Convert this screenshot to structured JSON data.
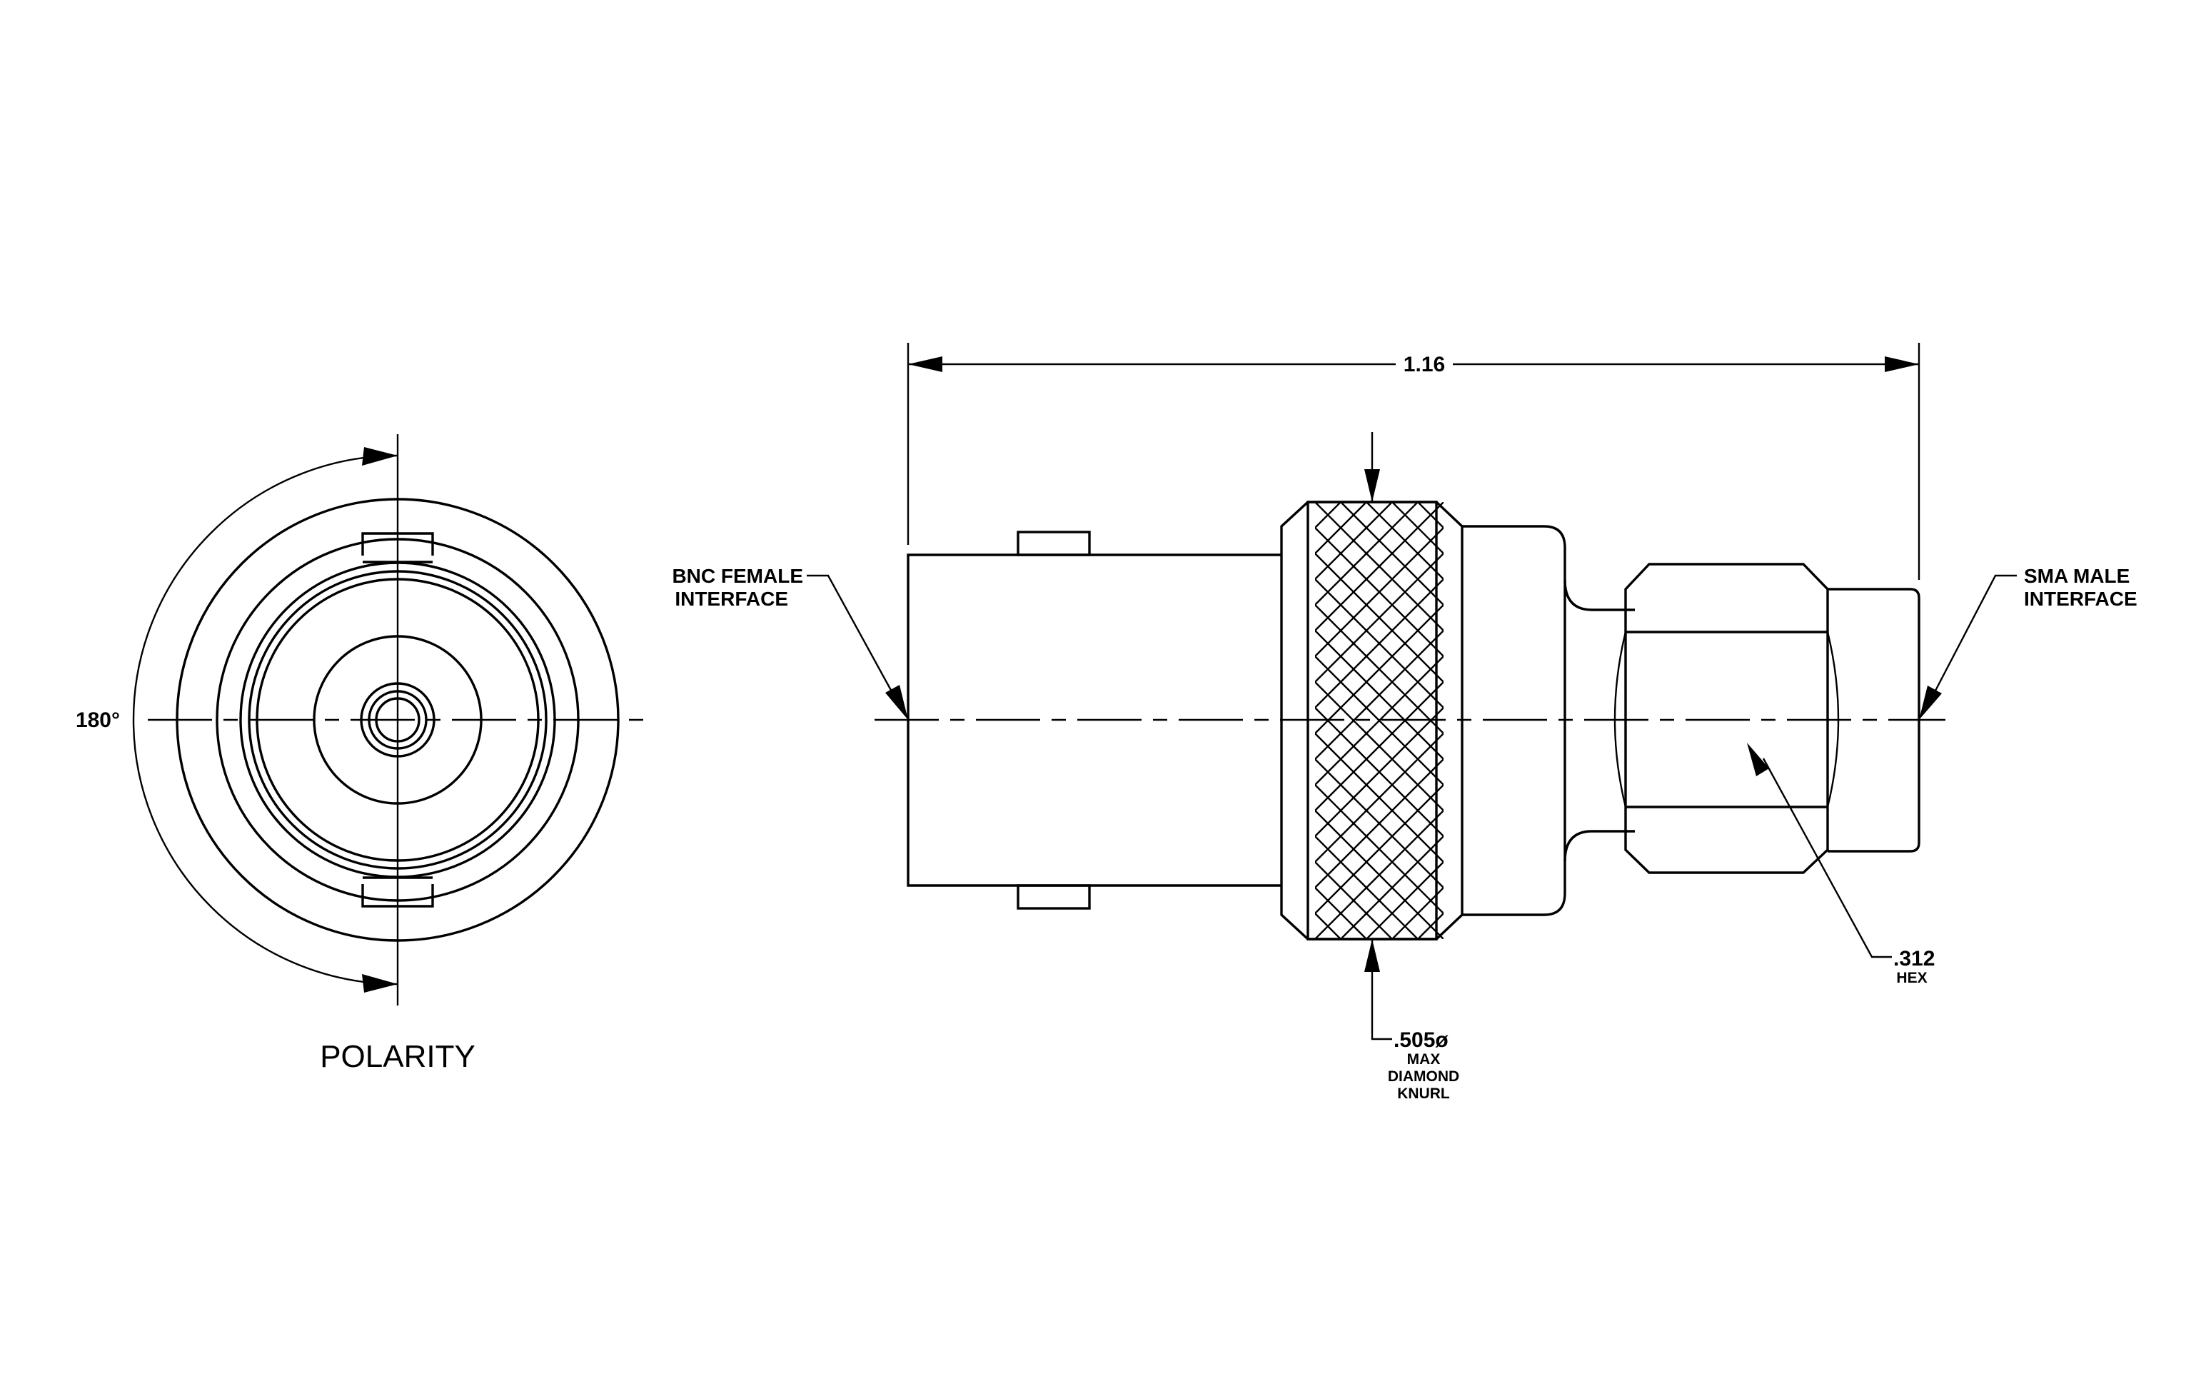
{
  "polarity_view": {
    "title": "POLARITY",
    "angle": "180°"
  },
  "side_view": {
    "overall_length": "1.16",
    "bnc_label": [
      "BNC FEMALE",
      "INTERFACE"
    ],
    "sma_label": [
      "SMA MALE",
      "INTERFACE"
    ],
    "knurl_dim": ".505ø",
    "knurl_note": [
      "MAX",
      "DIAMOND",
      "KNURL"
    ],
    "hex_dim": ".312",
    "hex_note": "HEX"
  }
}
